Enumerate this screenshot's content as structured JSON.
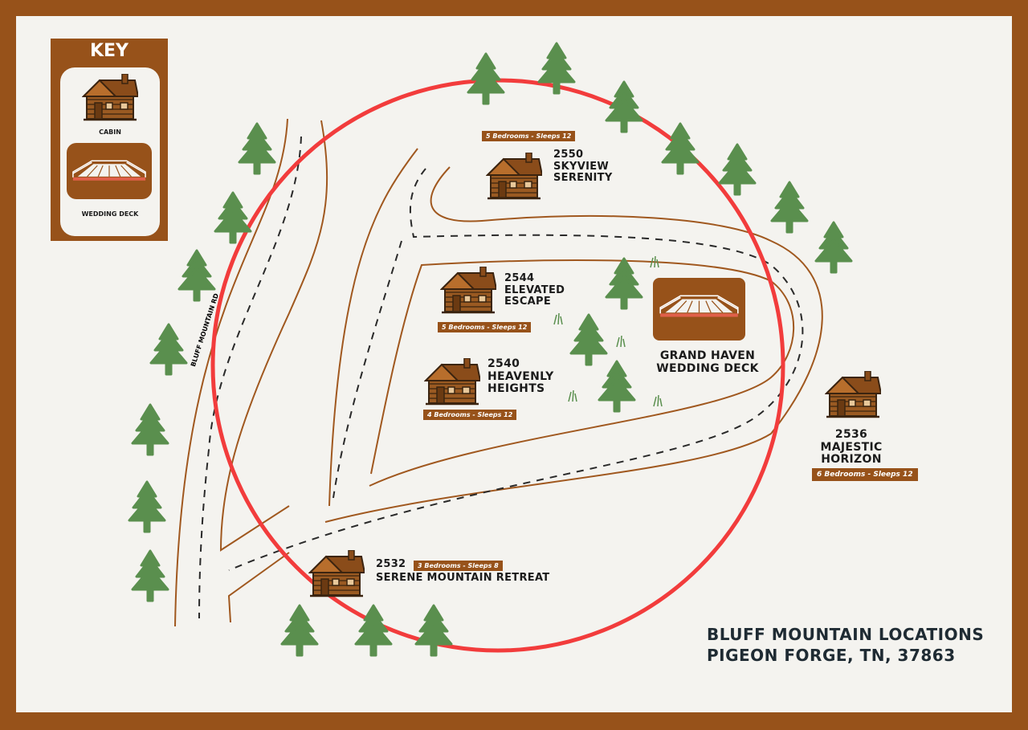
{
  "key": {
    "title": "KEY",
    "cabin_label": "CABIN",
    "deck_label": "WEDDING DECK"
  },
  "road": {
    "name": "BLUFF MOUNTAIN RD"
  },
  "locations": [
    {
      "number": "2550",
      "name_line1": "SKYVIEW",
      "name_line2": "SERENITY",
      "details": "5 Bedrooms - Sleeps 12"
    },
    {
      "number": "2544",
      "name_line1": "ELEVATED",
      "name_line2": "ESCAPE",
      "details": "5 Bedrooms - Sleeps 12"
    },
    {
      "number": "2540",
      "name_line1": "HEAVENLY",
      "name_line2": "HEIGHTS",
      "details": "4 Bedrooms - Sleeps 12"
    },
    {
      "number": "2536",
      "name_line1": "MAJESTIC HORIZON",
      "details": "6 Bedrooms - Sleeps 12"
    },
    {
      "number": "2532",
      "name_line1": "SERENE MOUNTAIN RETREAT",
      "details": "3 Bedrooms - Sleeps 8"
    }
  ],
  "deck": {
    "name_line1": "GRAND HAVEN",
    "name_line2": "WEDDING DECK"
  },
  "footer": {
    "line1": "BLUFF MOUNTAIN LOCATIONS",
    "line2": "PIGEON FORGE, TN, 37863"
  },
  "colors": {
    "frame": "#97521a",
    "background": "#f4f3ef",
    "tree": "#5a8f4e",
    "highlight_circle": "#f23c3c"
  }
}
